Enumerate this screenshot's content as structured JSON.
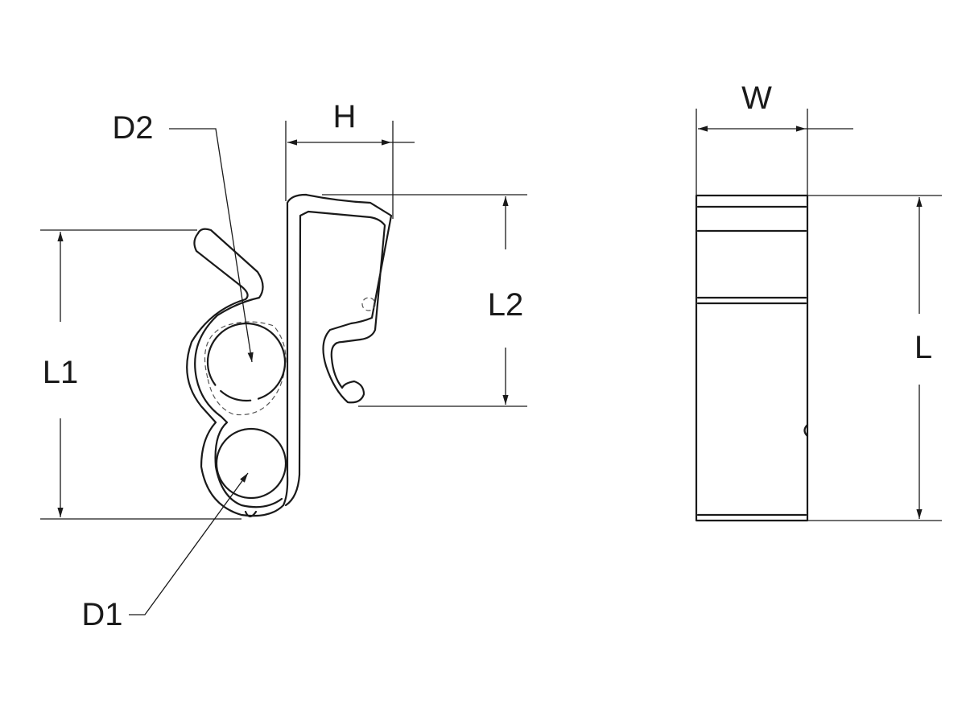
{
  "labels": {
    "d2": "D2",
    "h": "H",
    "w": "W",
    "l1": "L1",
    "l2": "L2",
    "l": "L",
    "d1": "D1"
  },
  "colors": {
    "line": "#1a1a1a",
    "background": "#ffffff"
  }
}
